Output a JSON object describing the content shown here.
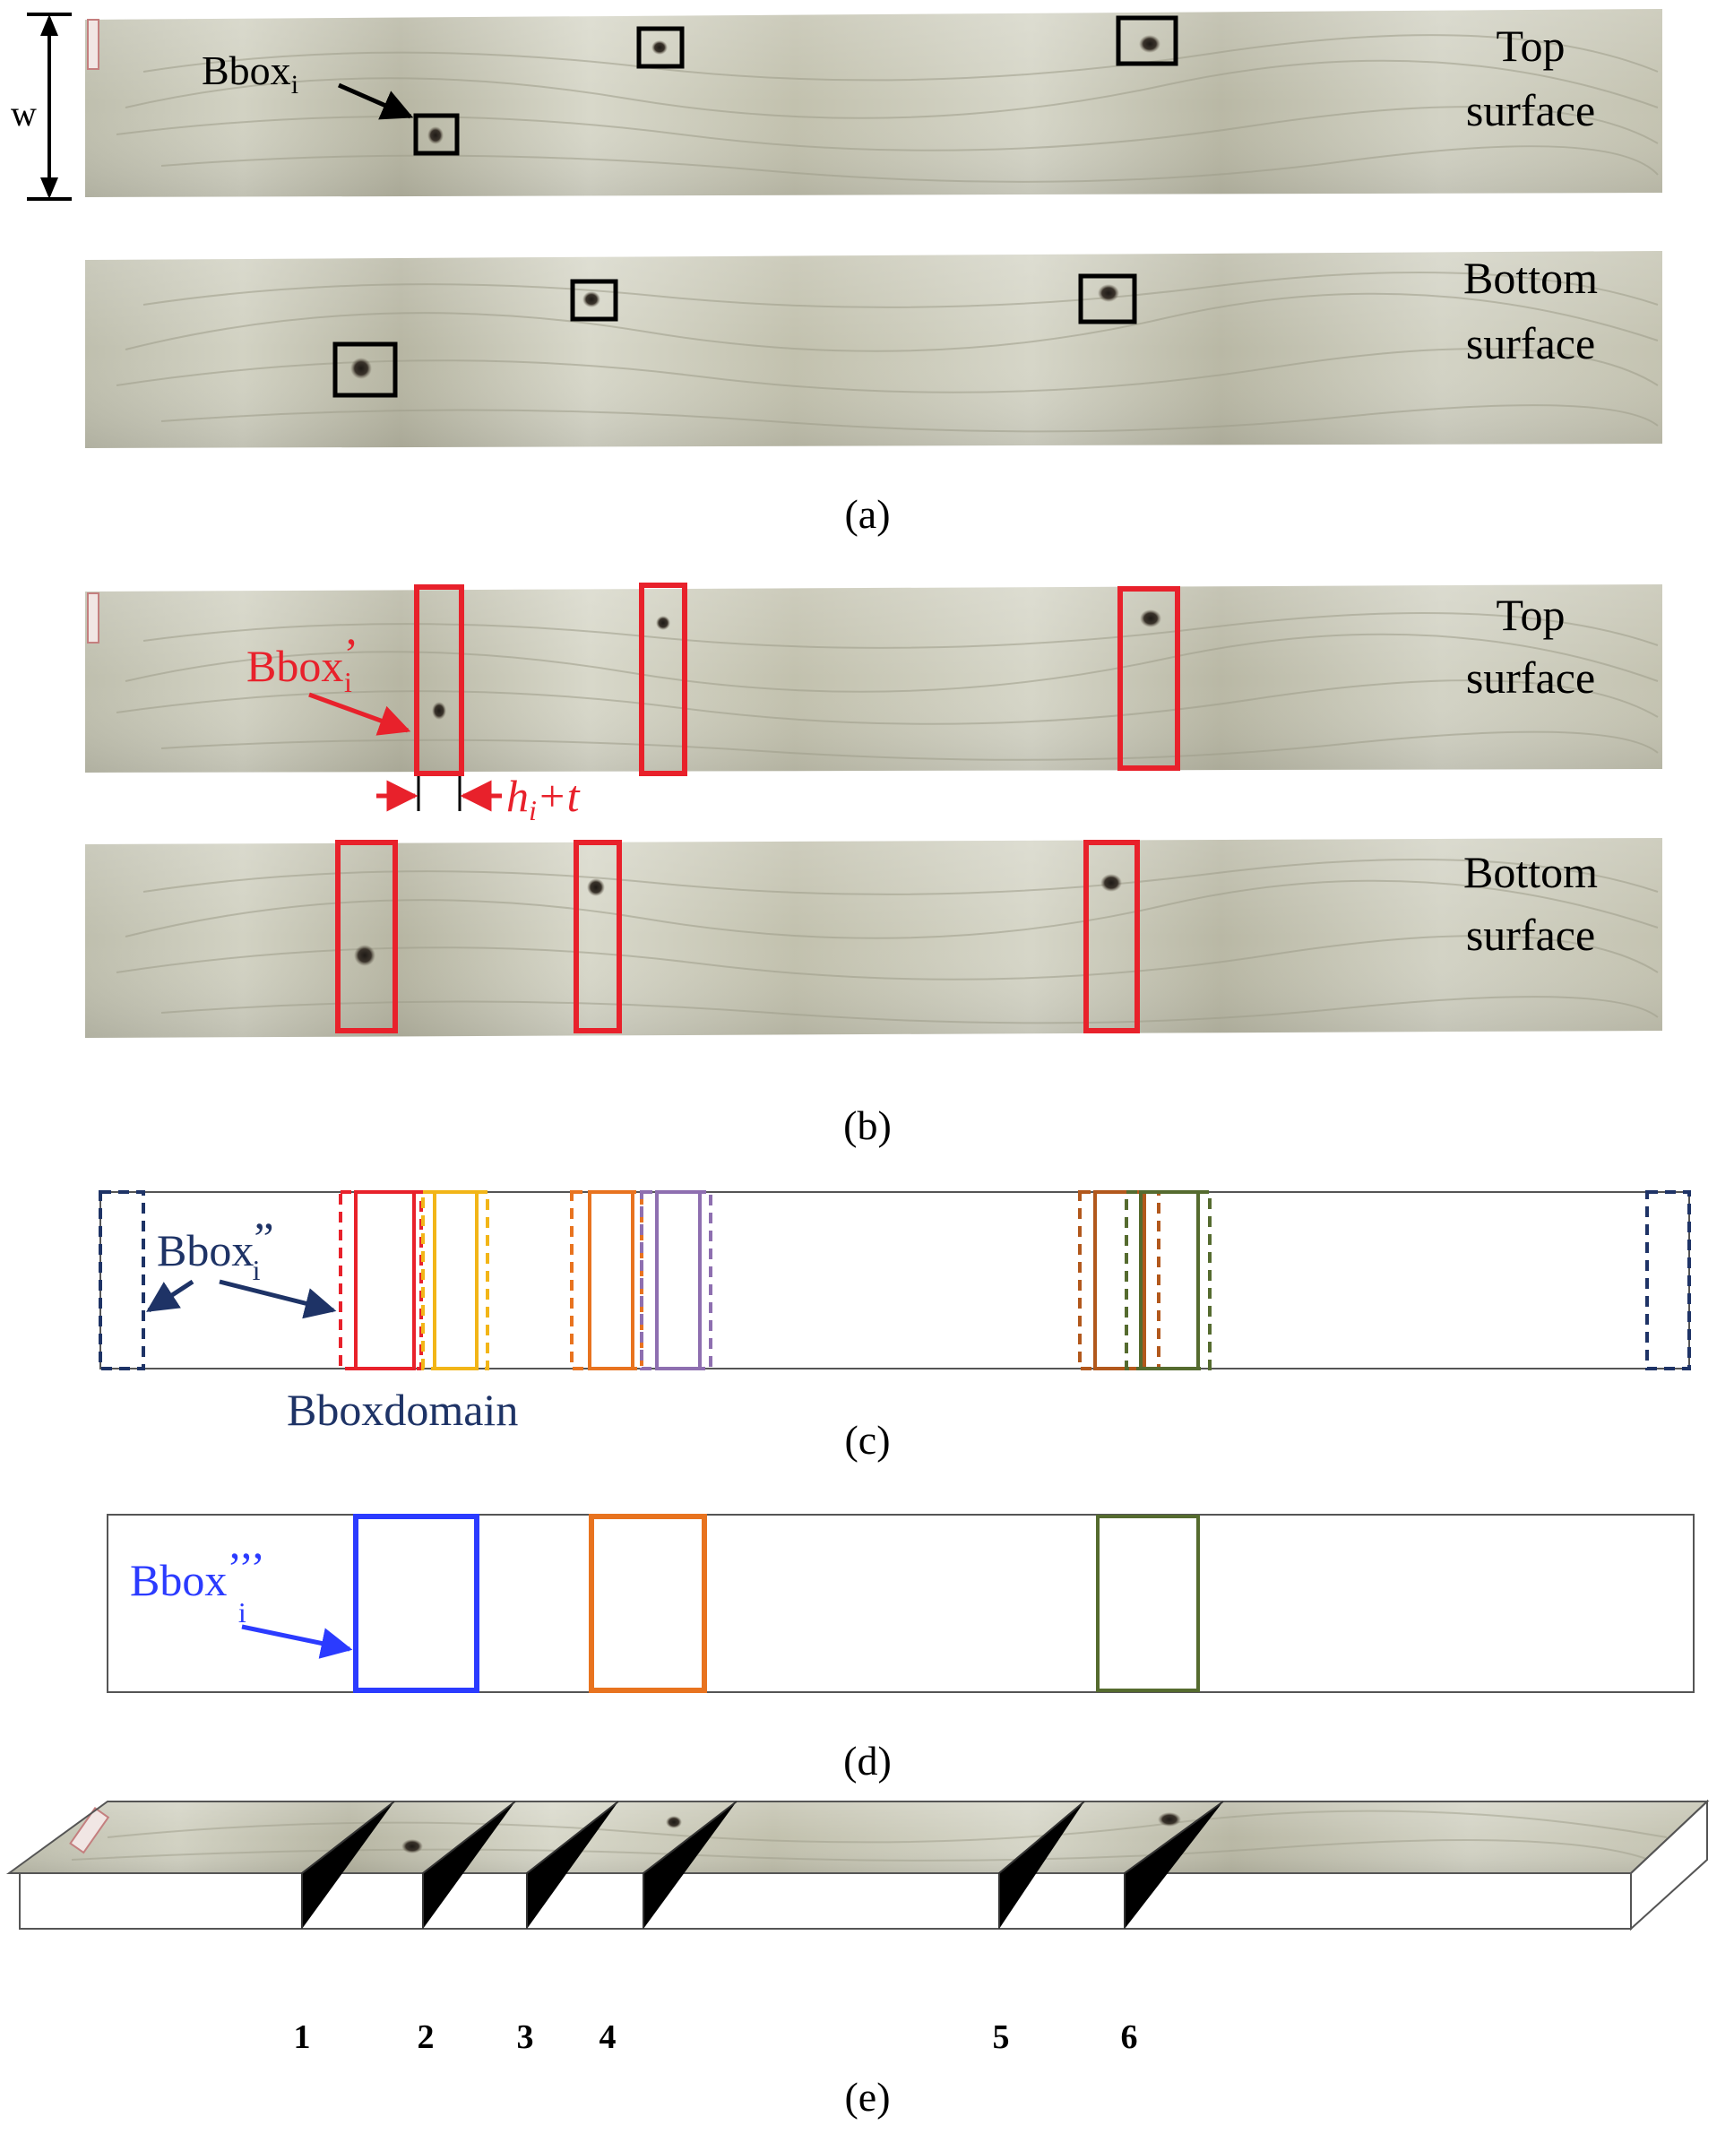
{
  "colors": {
    "wood_base": "#c8c7b6",
    "wood_dark": "#8f8e7d",
    "wood_light": "#e3e3d6",
    "knot": "#2b2621",
    "black": "#000000",
    "red": "#e8212b",
    "yellow": "#f2b517",
    "orange": "#e8731f",
    "purple": "#8e6fb0",
    "brown": "#b2581c",
    "green": "#556b2f",
    "navy": "#1e3366",
    "blue": "#2b3bff",
    "outline": "#555555"
  },
  "panel_a": {
    "width_label": "w",
    "bbox_label": "Bbox",
    "bbox_sub": "i",
    "top_label_1": "Top",
    "top_label_2": "surface",
    "bottom_label_1": "Bottom",
    "bottom_label_2": "surface",
    "caption": "(a)"
  },
  "panel_b": {
    "bbox_label": "Bbox",
    "bbox_sub": "i",
    "bbox_prime": "’",
    "dim_h": "h",
    "dim_sub": "i",
    "dim_rest": "+t",
    "top_label_1": "Top",
    "top_label_2": "surface",
    "bottom_label_1": "Bottom",
    "bottom_label_2": "surface",
    "caption": "(b)"
  },
  "panel_c": {
    "bbox_label": "Bbox",
    "bbox_sub": "i",
    "bbox_prime": "”",
    "domain_label": "Bboxdomain",
    "caption": "(c)"
  },
  "panel_d": {
    "bbox_label": "Bbox",
    "bbox_sub": "i",
    "bbox_prime": "’’’",
    "caption": "(d)"
  },
  "panel_e": {
    "segment_numbers": [
      "1",
      "2",
      "3",
      "4",
      "5",
      "6"
    ],
    "caption": "(e)"
  }
}
